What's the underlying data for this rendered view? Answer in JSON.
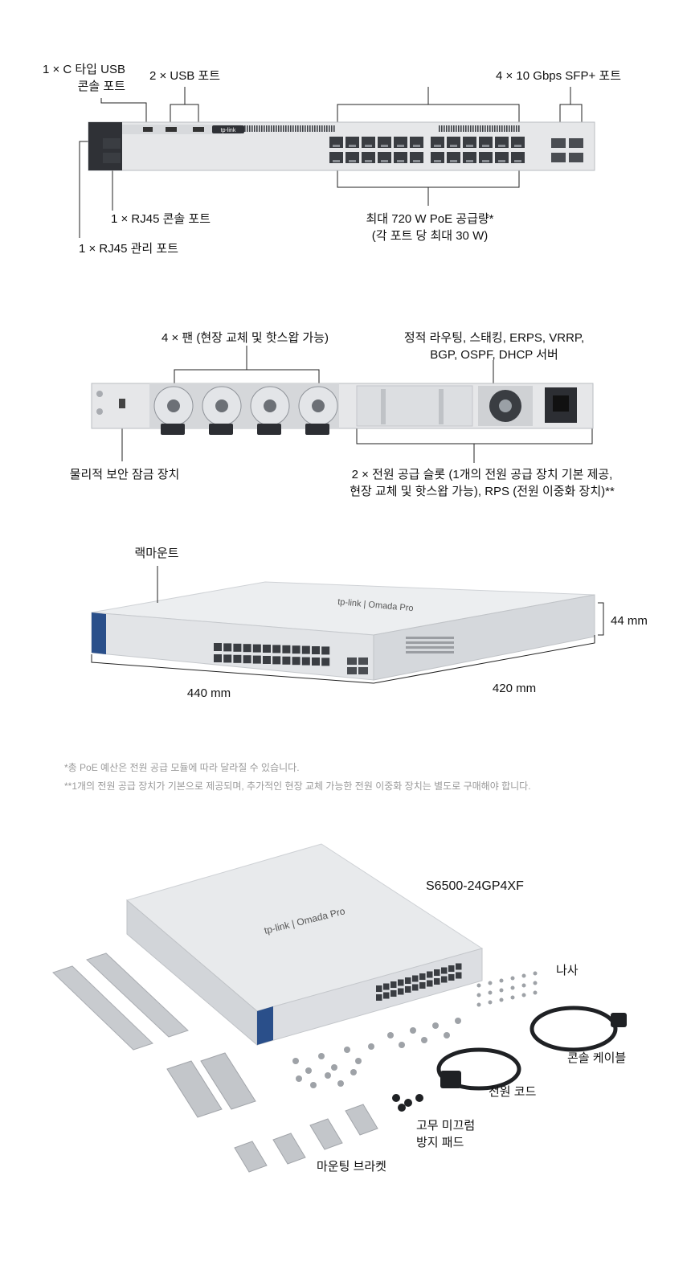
{
  "front_view": {
    "usb_c_console": [
      "1 × C 타입 USB",
      "콘솔 포트"
    ],
    "usb_ports": "2 × USB 포트",
    "sfp_ports": "4 × 10 Gbps SFP+ 포트",
    "rj45_console": "1 × RJ45 콘솔 포트",
    "rj45_mgmt": "1 × RJ45 관리 포트",
    "poe_budget": [
      "최대 720 W PoE 공급량*",
      "(각 포트 당 최대 30 W)"
    ],
    "logo_text": "tp-link"
  },
  "rear_view": {
    "fans": "4 × 팬 (현장 교체 및 핫스왑 가능)",
    "routing": [
      "정적 라우팅, 스태킹, ERPS, VRRP,",
      "BGP, OSPF, DHCP 서버"
    ],
    "security_lock": "물리적 보안 잠금 장치",
    "power_slots": [
      "2 × 전원 공급 슬롯 (1개의 전원 공급 장치 기본 제공,",
      "현장 교체 및 핫스왑 가능), RPS (전원 이중화 장치)**"
    ]
  },
  "dimensions": {
    "rackmount": "랙마운트",
    "height": "44 mm",
    "width": "440 mm",
    "depth": "420 mm",
    "top_brand": "tp-link | Omada Pro"
  },
  "notes": [
    "*총 PoE 예산은 전원 공급 모듈에 따라 달라질 수 있습니다.",
    "**1개의 전원 공급 장치가 기본으로 제공되며, 추가적인 현장 교체 가능한 전원 이중화 장치는 별도로 구매해야 합니다."
  ],
  "package": {
    "model": "S6500-24GP4XF",
    "screws": "나사",
    "console_cable": "콘솔 케이블",
    "power_cord": "전원 코드",
    "rubber_pads": [
      "고무 미끄럼",
      "방지 패드"
    ],
    "brackets": "마운팅 브라켓",
    "box_brand": "tp-link | Omada Pro"
  },
  "colors": {
    "accent_blue": "#2a4f8a",
    "chassis": "#e6e7e9",
    "port": "#3a3d42"
  }
}
